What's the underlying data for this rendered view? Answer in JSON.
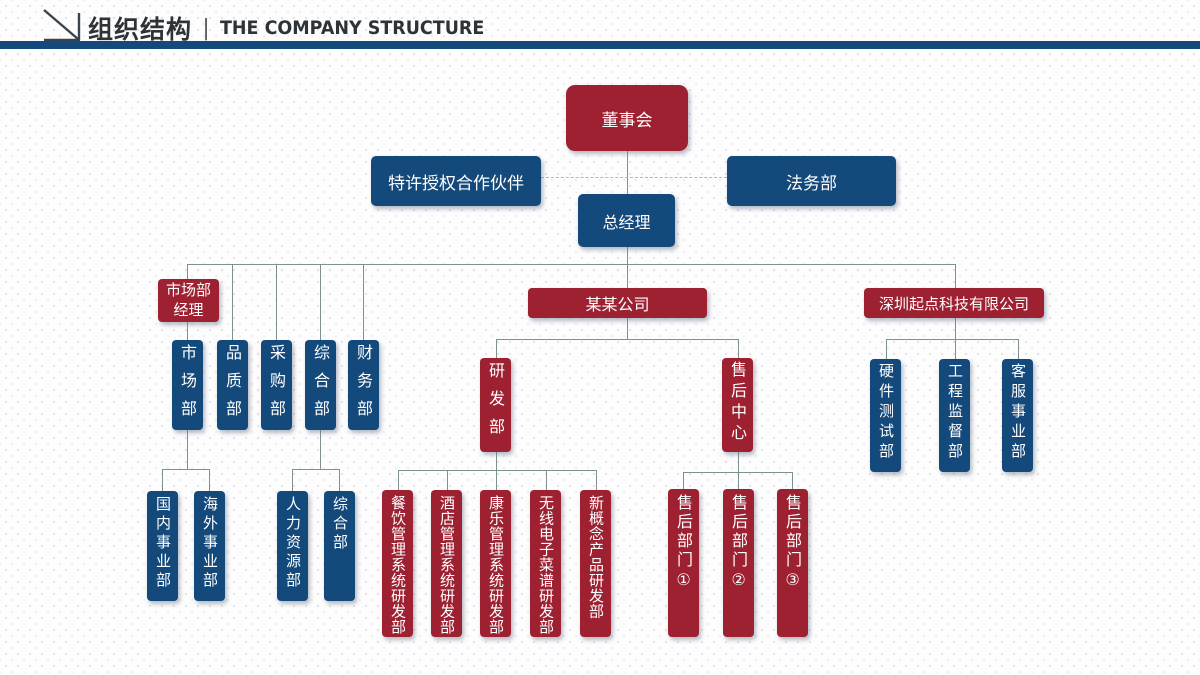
{
  "header": {
    "title_zh": "组织结构",
    "separator": "|",
    "title_en": "THE COMPANY STRUCTURE"
  },
  "colors": {
    "box_red": "#9e2132",
    "box_blue": "#14497b",
    "accent_bar": "#14497b",
    "connector_line": "#7d918d",
    "dashed_line": "#b3b6ba",
    "title_text": "#2e3338"
  },
  "icons": {
    "header_icon": "corner-arrow-icon"
  },
  "org": {
    "board": "董事会",
    "franchise_partner": "特许授权合作伙伴",
    "legal": "法务部",
    "general_manager": "总经理",
    "market_manager_line1": "市场部",
    "market_manager_line2": "经理",
    "dept_market": "市场部",
    "dept_quality": "品质部",
    "dept_purchasing": "采购部",
    "dept_general": "综合部",
    "dept_finance": "财务部",
    "sub_domestic": "国内事业部",
    "sub_overseas": "海外事业部",
    "sub_hr": "人力资源部",
    "sub_general": "综合部",
    "company": "某某公司",
    "rd_dept": "研发部",
    "aftersales_center": "售后中心",
    "rd_catering": "餐饮管理系统研发部",
    "rd_hotel": "酒店管理系统研发部",
    "rd_recreation": "康乐管理系统研发部",
    "rd_wireless_menu": "无线电子菜谱研发部",
    "rd_new_concept": "新概念产品研发部",
    "aftersales_dept1": "售后部门①",
    "aftersales_dept2": "售后部门②",
    "aftersales_dept3": "售后部门③",
    "shenzhen_company": "深圳起点科技有限公司",
    "sz_hardware_test": "硬件测试部",
    "sz_engineering_supervision": "工程监督部",
    "sz_customer_service": "客服事业部"
  }
}
